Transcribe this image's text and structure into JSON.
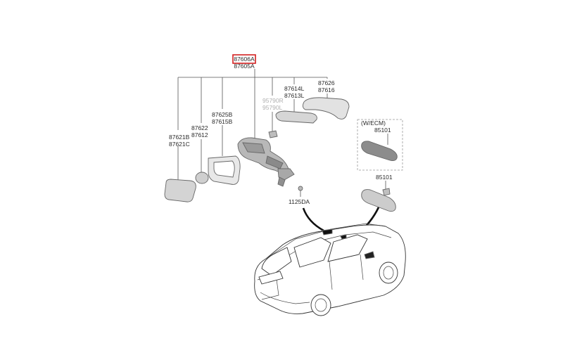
{
  "callout": {
    "selected_code": "87606A",
    "alt_code": "87605A"
  },
  "labels": {
    "l1": "87621B",
    "l2": "87621C",
    "l3": "87622",
    "l4": "87612",
    "l5": "87625B",
    "l6": "87615B",
    "l7": "95790R",
    "l8": "95790L",
    "l9": "87614L",
    "l10": "87613L",
    "l11": "87626",
    "l12": "87616",
    "l13": "(W/ECM)",
    "l14": "85101",
    "l15": "85101",
    "l16": "1125DA"
  },
  "colors": {
    "selected_outline": "#d22020",
    "part_fill": "#d0d0d0",
    "part_dark": "#8a8a8a"
  }
}
